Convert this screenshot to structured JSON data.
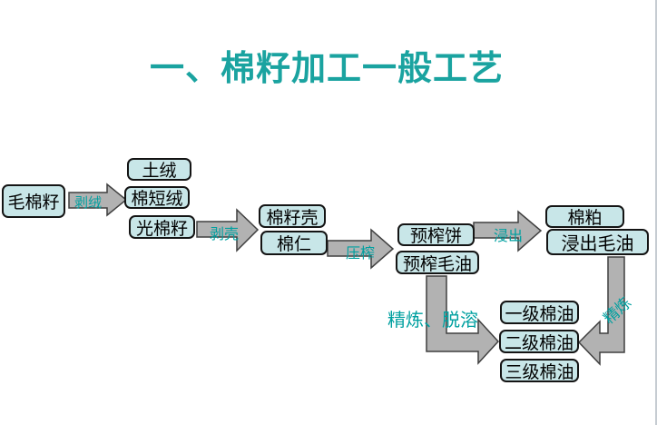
{
  "slide": {
    "title": "一、棉籽加工一般工艺",
    "colors": {
      "title": "#1aa3a0",
      "label": "#00a0a0",
      "box_fill": "#c8e6e8",
      "box_border": "#141414",
      "arrow_fill": "#b2b2b2",
      "arrow_border": "#3f3f3f"
    }
  },
  "flowchart": {
    "nodes": [
      {
        "id": "raw-cottonseed",
        "label": "毛棉籽"
      },
      {
        "id": "dirt-lint",
        "label": "土绒"
      },
      {
        "id": "cotton-linter",
        "label": "棉短绒"
      },
      {
        "id": "bare-cottonseed",
        "label": "光棉籽"
      },
      {
        "id": "cottonseed-hull",
        "label": "棉籽壳"
      },
      {
        "id": "cottonseed-kernel",
        "label": "棉仁"
      },
      {
        "id": "prepressed-cake",
        "label": "预榨饼"
      },
      {
        "id": "prepressed-crude-oil",
        "label": "预榨毛油"
      },
      {
        "id": "cotton-meal",
        "label": "棉粕"
      },
      {
        "id": "extracted-crude-oil",
        "label": "浸出毛油"
      },
      {
        "id": "grade1-cotton-oil",
        "label": "一级棉油"
      },
      {
        "id": "grade2-cotton-oil",
        "label": "二级棉油"
      },
      {
        "id": "grade3-cotton-oil",
        "label": "三级棉油"
      }
    ],
    "process_labels": [
      {
        "id": "delinting",
        "label": "剥绒"
      },
      {
        "id": "dehulling",
        "label": "剥壳"
      },
      {
        "id": "pressing",
        "label": "压榨"
      },
      {
        "id": "extraction",
        "label": "浸出"
      },
      {
        "id": "refining-desolventizing",
        "label": "精炼、脱溶"
      },
      {
        "id": "refining",
        "label": "精炼"
      }
    ]
  }
}
